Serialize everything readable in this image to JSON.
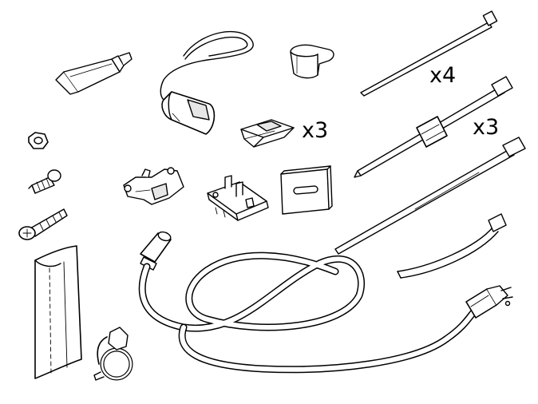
{
  "labels": {
    "cable_tie_small_qty": "x4",
    "mount_clip_qty": "x3",
    "anchor_tie_qty": "x3"
  },
  "colors": {
    "line": "#000000",
    "background": "#ffffff",
    "shade": "#d9d9d9"
  },
  "parts": [
    "grease-tube-icon",
    "loop-sensor-icon",
    "sleeve-clip-icon",
    "cable-tie-icon",
    "nut-icon",
    "short-screw-icon",
    "wood-screw-icon",
    "hinge-bracket-icon",
    "mount-clip-icon",
    "terminal-block-icon",
    "adhesive-pad-icon",
    "anchor-tie-icon",
    "long-cable-tie-icon",
    "curved-tie-icon",
    "foam-strip-icon",
    "pipe-clamp-icon",
    "power-cord-icon"
  ]
}
